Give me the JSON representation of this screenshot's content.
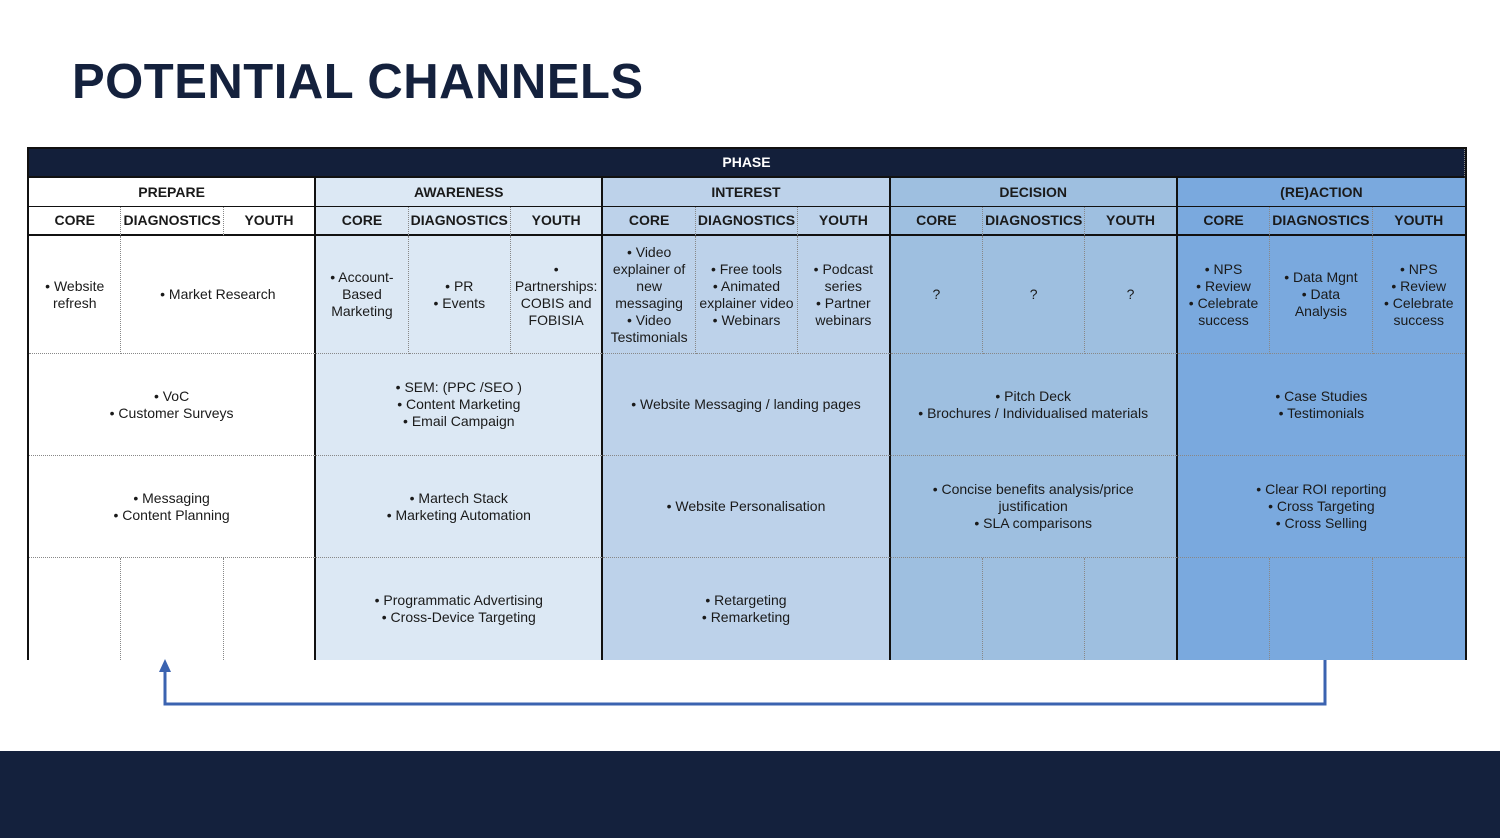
{
  "title": "POTENTIAL CHANNELS",
  "header": "PHASE",
  "phases": [
    "PREPARE",
    "AWARENESS",
    "INTEREST",
    "DECISION",
    "(RE)ACTION"
  ],
  "subcols": [
    "CORE",
    "DIAGNOSTICS",
    "YOUTH"
  ],
  "row1": {
    "prepare_core": "• Website\nrefresh",
    "prepare_diag_youth": "• Market Research",
    "awareness_core": "• Account-\nBased\nMarketing",
    "awareness_diag": "• PR\n• Events",
    "awareness_youth": "• Partnerships:\nCOBIS and\nFOBISIA",
    "interest_core": "• Video\nexplainer of\nnew\nmessaging\n• Video\nTestimonials",
    "interest_diag": "• Free tools\n• Animated\nexplainer video\n• Webinars",
    "interest_youth": "• Podcast\nseries\n• Partner\nwebinars",
    "decision_core": "?",
    "decision_diag": "?",
    "decision_youth": "?",
    "reaction_core": "• NPS\n• Review\n• Celebrate\nsuccess",
    "reaction_diag": "• Data Mgnt\n• Data\nAnalysis",
    "reaction_youth": "• NPS\n• Review\n• Celebrate\nsuccess"
  },
  "row2": [
    "• VoC\n• Customer Surveys",
    "• SEM: (PPC /SEO )\n• Content Marketing\n• Email Campaign",
    "• Website Messaging / landing pages",
    "• Pitch Deck\n• Brochures / Individualised materials",
    "• Case Studies\n• Testimonials"
  ],
  "row3": [
    "• Messaging\n• Content Planning",
    "• Martech Stack\n• Marketing Automation",
    "• Website Personalisation",
    "• Concise benefits analysis/price\njustification\n• SLA comparisons",
    "• Clear ROI reporting\n• Cross Targeting\n• Cross Selling"
  ],
  "row4": {
    "awareness": "• Programmatic Advertising\n• Cross-Device Targeting",
    "interest": "• Retargeting\n• Remarketing"
  },
  "colors": {
    "navy": "#131f3a",
    "prepare": "#ffffff",
    "awareness": "#dce8f4",
    "interest": "#bdd2ea",
    "decision": "#9ebfe0",
    "reaction": "#7aa9de",
    "arrow": "#3b63b0"
  }
}
